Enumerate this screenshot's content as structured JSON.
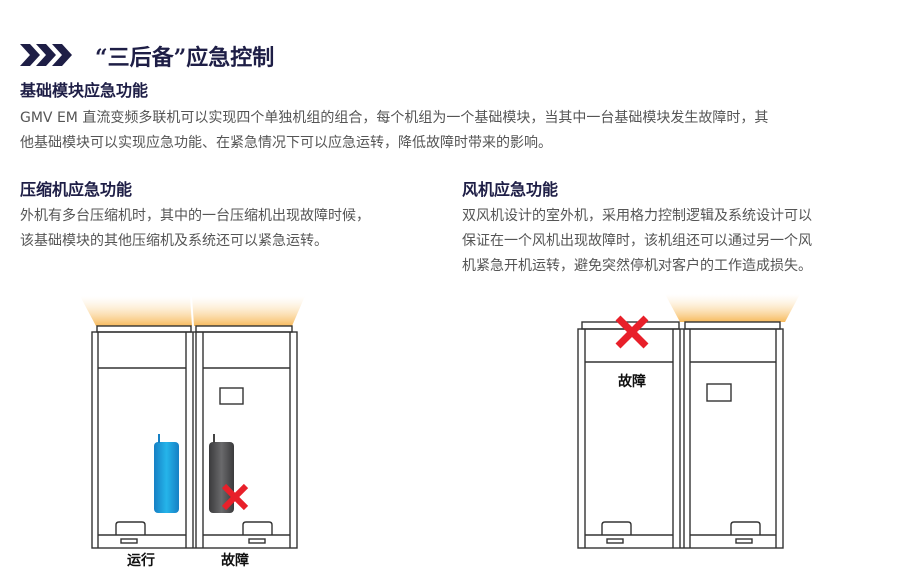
{
  "header": {
    "title": "“三后备”应急控制",
    "icon": "triple-chevron-icon"
  },
  "basic": {
    "heading": "基础模块应急功能",
    "lines": [
      "GMV EM 直流变频多联机可以实现四个单独机组的组合，每个机组为一个基础模块，当其中一台基础模块发生故障时，其",
      "他基础模块可以实现应急功能、在紧急情况下可以应急运转，降低故障时带来的影响。"
    ]
  },
  "compressor": {
    "heading": "压缩机应急功能",
    "lines": [
      "外机有多台压缩机时，其中的一台压缩机出现故障时候，",
      "该基础模块的其他压缩机及系统还可以紧急运转。"
    ],
    "label_running": "运行",
    "label_fault": "故障"
  },
  "fan": {
    "heading": "风机应急功能",
    "lines": [
      "双风机设计的室外机，采用格力控制逻辑及系统设计可以",
      "保证在一个风机出现故障时，该机组还可以通过另一个风",
      "机紧急开机运转，避免突然停机对客户的工作造成损失。"
    ],
    "label_fault": "故障"
  },
  "colors": {
    "navy": "#1e1e46",
    "fault": "#e8202a",
    "running": "#1a9ad6"
  }
}
